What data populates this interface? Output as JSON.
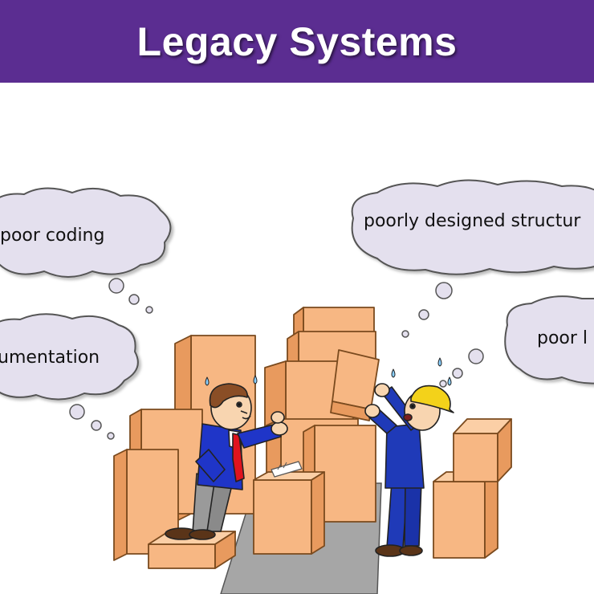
{
  "slide": {
    "title": "Legacy Systems",
    "colors": {
      "title_bar": "#5b2d91",
      "cloud_fill": "#e4e0ee",
      "box_fill": "#f7b783",
      "box_shade": "#e89a5e",
      "floor": "#a6a6a6"
    }
  },
  "thoughts": [
    {
      "text": "poor coding"
    },
    {
      "text": "umentation"
    },
    {
      "text": "poorly designed structur"
    },
    {
      "text": "poor l"
    }
  ],
  "illustration": {
    "figures": [
      "worker-in-suit",
      "worker-with-hard-hat"
    ]
  }
}
